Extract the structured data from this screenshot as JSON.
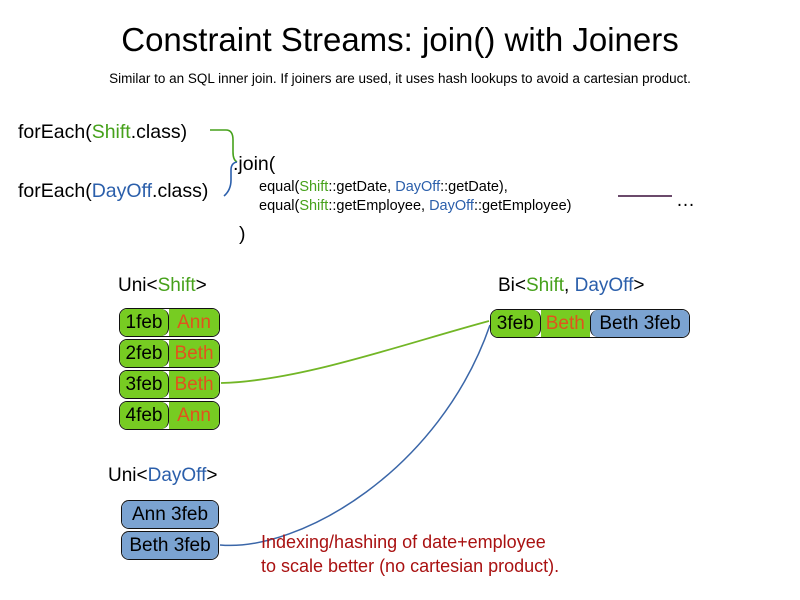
{
  "header": {
    "title": "Constraint Streams: join() with Joiners",
    "subtitle": "Similar to an SQL inner join. If joiners are used, it uses hash lookups to avoid a cartesian product."
  },
  "code": {
    "foreach_shift": {
      "prefix": "forEach(",
      "type": "Shift",
      "suffix": ".class)"
    },
    "foreach_dayoff": {
      "prefix": "forEach(",
      "type": "DayOff",
      "suffix": ".class)"
    },
    "join_open": ".join(",
    "join_close": ")",
    "joiners": [
      {
        "fn": "equal(",
        "left_type": "Shift",
        "left_method": "::getDate, ",
        "right_type": "DayOff",
        "right_method": "::getDate),",
        "tail": ""
      },
      {
        "fn": "equal(",
        "left_type": "Shift",
        "left_method": "::getEmployee, ",
        "right_type": "DayOff",
        "right_method": "::getEmployee)",
        "tail": ""
      }
    ],
    "ellipsis": "…"
  },
  "streams": {
    "uni_shift_label": {
      "prefix": "Uni<",
      "type": "Shift",
      "suffix": ">"
    },
    "bi_label": {
      "prefix": "Bi<",
      "type_a": "Shift",
      "separator": ", ",
      "type_b": "DayOff",
      "suffix": ">"
    },
    "uni_dayoff_label": {
      "prefix": "Uni<",
      "type": "DayOff",
      "suffix": ">"
    },
    "shift_rows": [
      {
        "date": "1feb",
        "employee": "Ann"
      },
      {
        "date": "2feb",
        "employee": "Beth"
      },
      {
        "date": "3feb",
        "employee": "Beth"
      },
      {
        "date": "4feb",
        "employee": "Ann"
      }
    ],
    "dayoff_rows": [
      {
        "text": "Ann 3feb"
      },
      {
        "text": "Beth 3feb"
      }
    ],
    "bi_row": {
      "date": "3feb",
      "employee": "Beth",
      "dayoff": "Beth 3feb"
    }
  },
  "annotation": {
    "line1": "Indexing/hashing of date+employee",
    "line2": "to scale better (no cartesian product)."
  },
  "colors": {
    "shift_green": "#46a11b",
    "dayoff_blue": "#2b5fab",
    "box_green_fill": "#77cc22",
    "box_blue_fill": "#7ba3d1",
    "employee_orange": "#e0541d",
    "annotation_red": "#a91111",
    "rule_purple": "#6b4a6b"
  }
}
